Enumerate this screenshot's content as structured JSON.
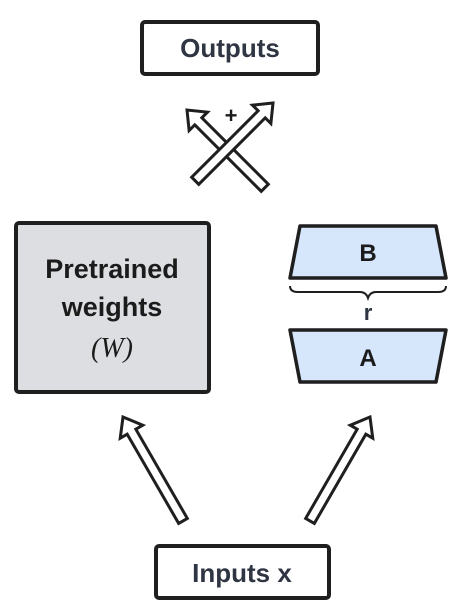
{
  "outputs": {
    "label": "Outputs"
  },
  "plus": {
    "symbol": "+"
  },
  "pretrained": {
    "line1": "Pretrained",
    "line2": "weights",
    "symbol": "(W)"
  },
  "lora": {
    "b_label": "B",
    "rank_label": "r",
    "a_label": "A"
  },
  "inputs": {
    "label": "Inputs x"
  },
  "colors": {
    "pretrained_fill": "#dcdee2",
    "lora_fill": "#d6e6fb",
    "stroke": "#1f1f1f",
    "text": "#1b1b1b",
    "label_text": "#2f3542"
  }
}
